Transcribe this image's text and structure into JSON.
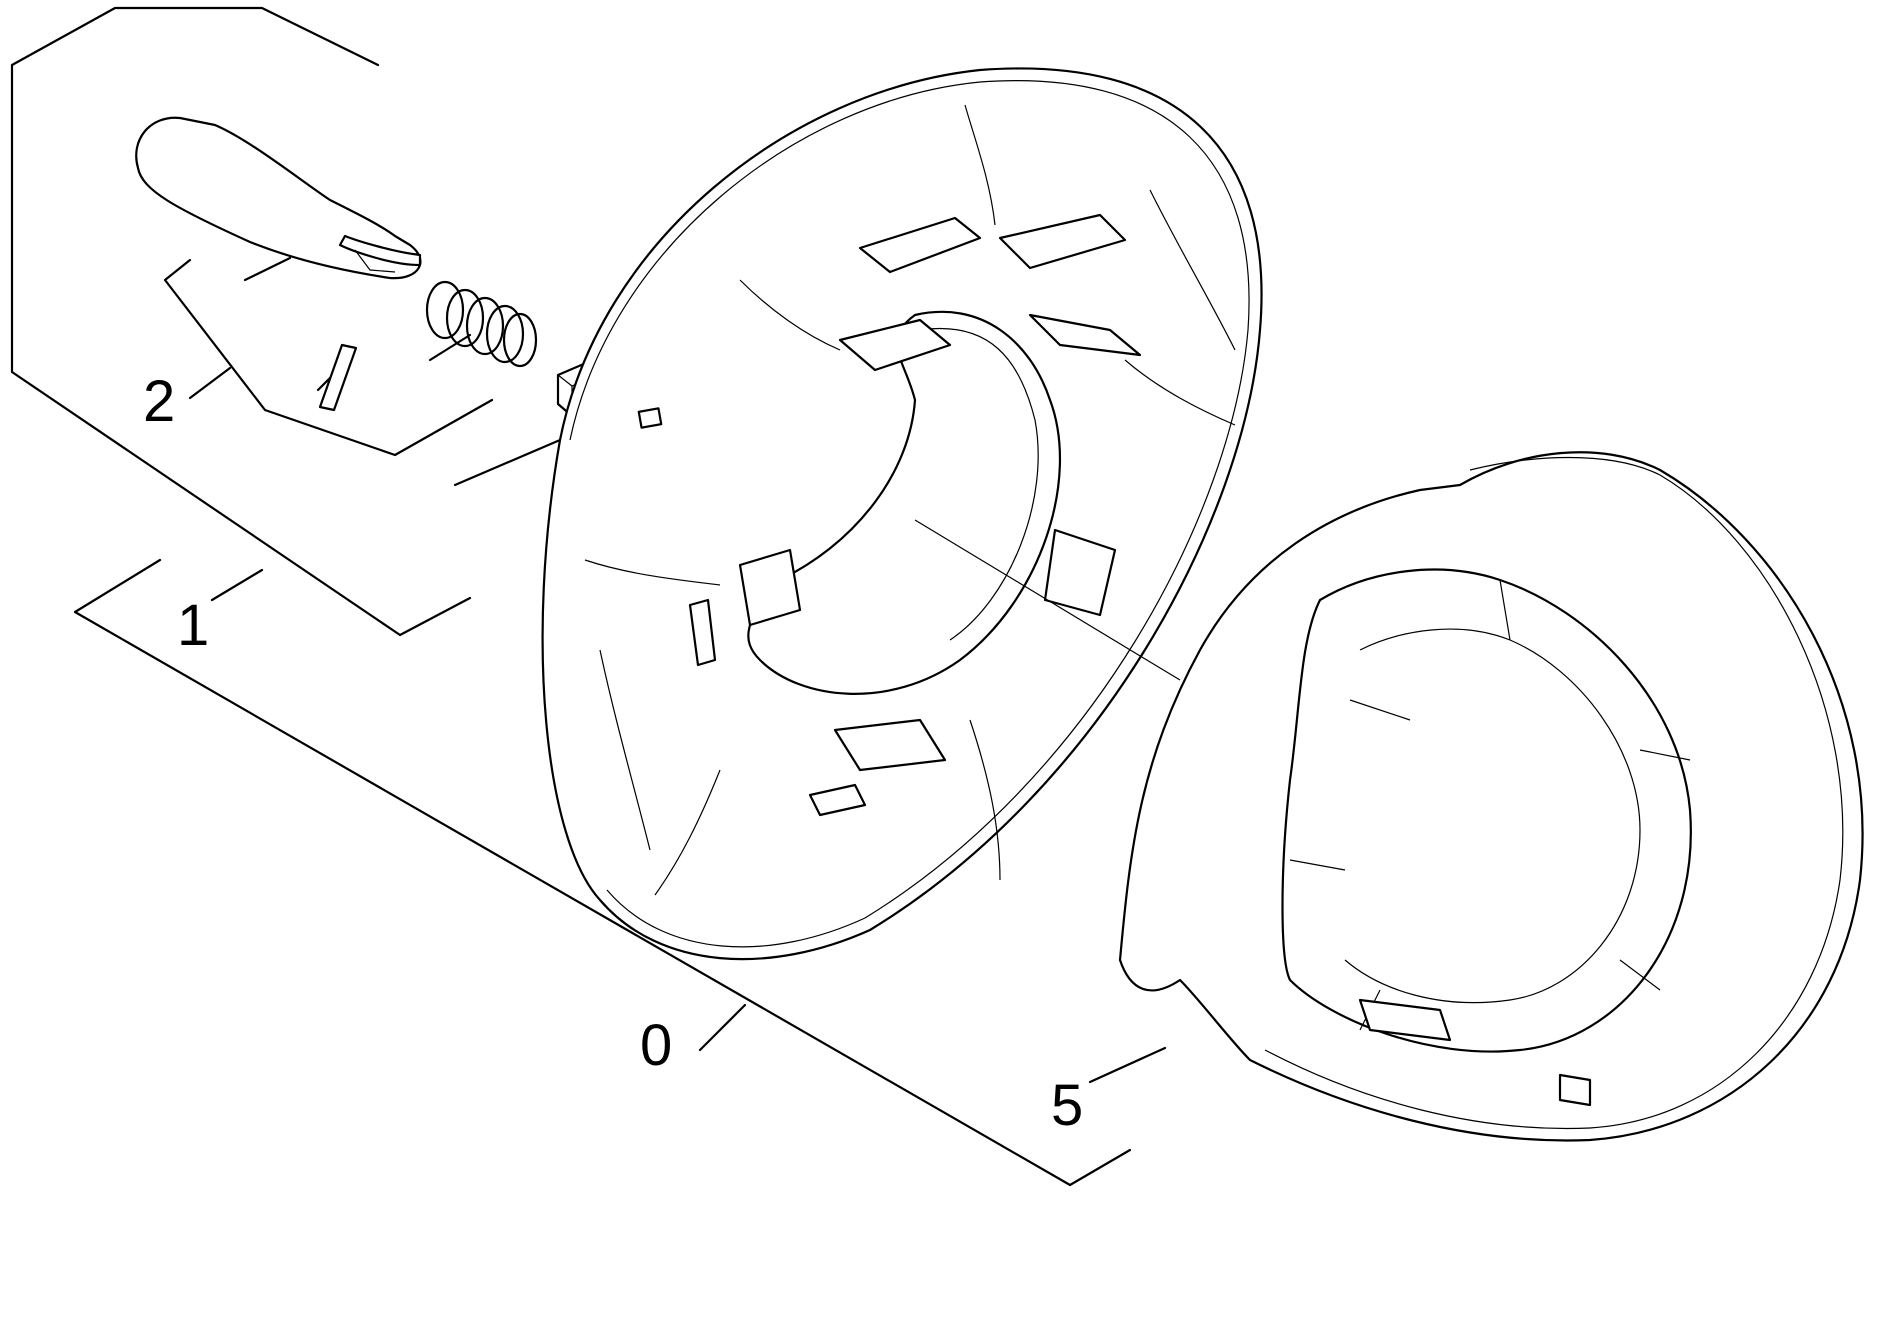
{
  "callouts": {
    "c2": "2",
    "c1": "1",
    "c0": "0",
    "c5": "5"
  },
  "colors": {
    "line": "#000000",
    "background": "#ffffff"
  }
}
